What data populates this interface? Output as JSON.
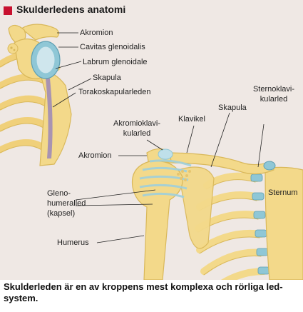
{
  "title": "Skulderledens anatomi",
  "labels": {
    "akromion_top": "Akromion",
    "cavitas": "Cavitas glenoidalis",
    "labrum": "Labrum glenoidale",
    "skapula_top": "Skapula",
    "torako": "Torakoskapularleden",
    "sternoklav_1": "Sternoklavi-",
    "sternoklav_2": "kularled",
    "skapula_bottom": "Skapula",
    "klavikel": "Klavikel",
    "akromioklav_1": "Akromioklavi-",
    "akromioklav_2": "kularled",
    "akromion_bottom": "Akromion",
    "sternum": "Sternum",
    "gleno_1": "Gleno-",
    "gleno_2": "humeralled",
    "gleno_3": "(kapsel)",
    "humerus": "Humerus"
  },
  "caption": "Skulderleden är en av kroppens mest komplexa och rörliga led-system.",
  "colors": {
    "panel_bg": "#efe8e4",
    "bone": "#f3d98a",
    "bone_dark": "#d9b85a",
    "cartilage": "#8fc7d6",
    "title_marker": "#c8102e"
  }
}
